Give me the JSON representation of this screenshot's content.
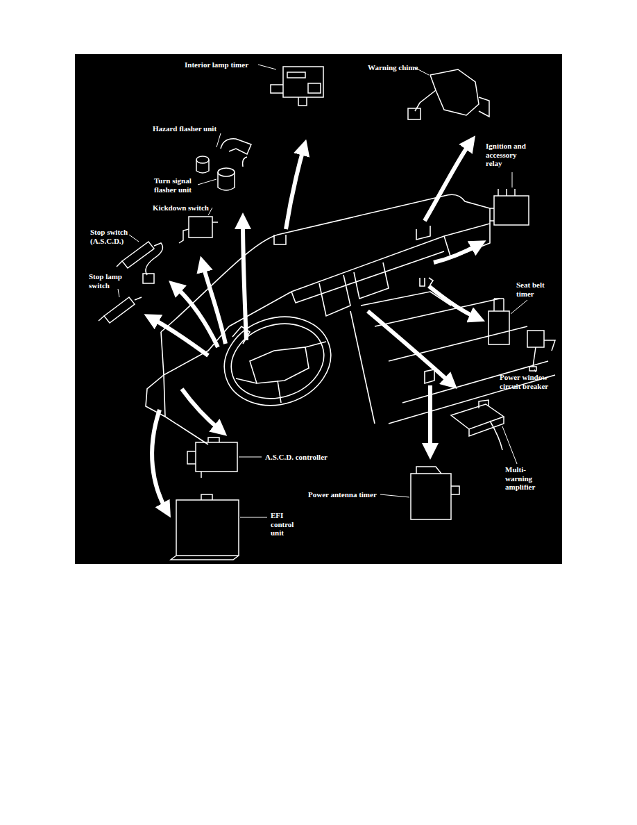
{
  "diagram": {
    "labels": [
      "Interior lamp timer",
      "Warning chime",
      "Hazard flasher unit",
      "Ignition and accessory relay",
      "Turn signal flasher unit",
      "Kickdown switch",
      "Stop switch (A.S.C.D.)",
      "Stop lamp switch",
      "Seat belt timer",
      "Power window circuit breaker",
      "A.S.C.D. controller",
      "Multi-warning amplifier",
      "Power antenna timer",
      "EFI control unit"
    ]
  }
}
